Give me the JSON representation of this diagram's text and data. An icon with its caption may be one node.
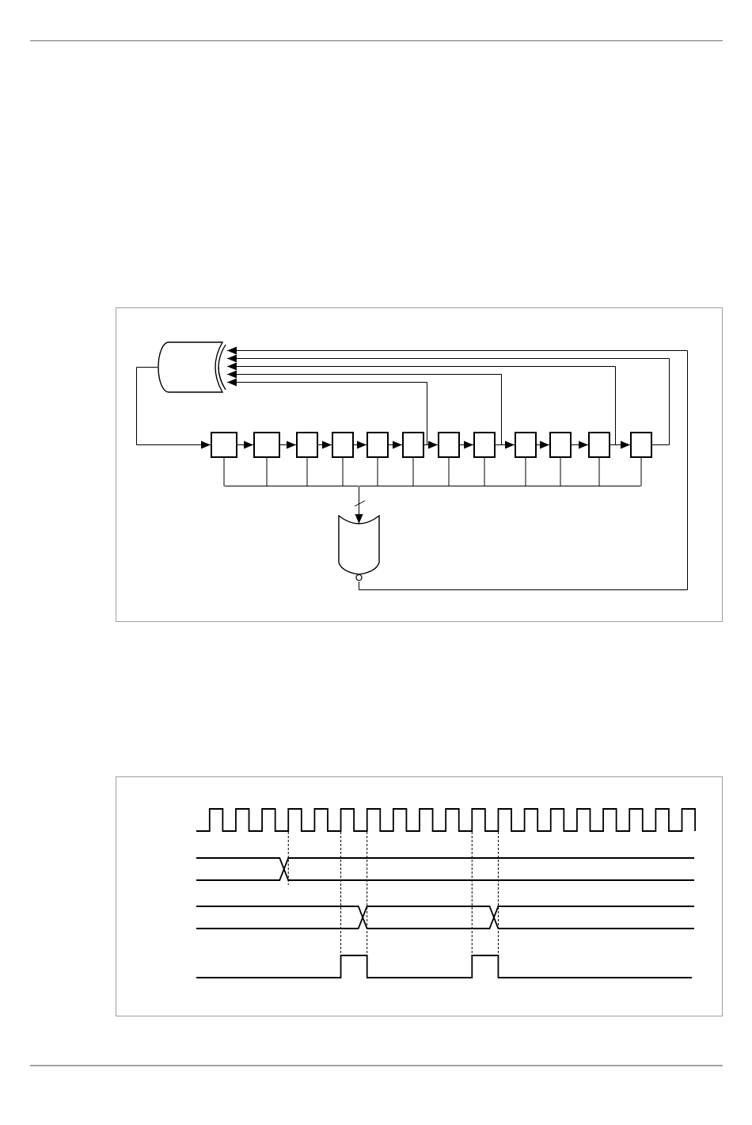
{
  "diagram": {
    "nodes": [
      {
        "text": [],
        "shape": "gate"
      },
      {
        "text": [],
        "shape": "box"
      },
      {
        "text": [],
        "shape": "box"
      },
      {
        "text": [],
        "shape": "box"
      },
      {
        "text": [],
        "shape": "box"
      },
      {
        "text": [],
        "shape": "box"
      },
      {
        "text": [],
        "shape": "box"
      },
      {
        "text": [],
        "shape": "box"
      },
      {
        "text": [],
        "shape": "box"
      },
      {
        "text": [],
        "shape": "box"
      },
      {
        "text": [],
        "shape": "box"
      },
      {
        "text": [],
        "shape": "box"
      },
      {
        "text": [],
        "shape": "box"
      },
      {
        "text": [],
        "shape": "gate"
      }
    ],
    "edges": [
      {
        "from": 0,
        "to": 1,
        "arrow": "to"
      },
      {
        "from": 1,
        "to": 2,
        "arrow": "to"
      },
      {
        "from": 2,
        "to": 3,
        "arrow": "to"
      },
      {
        "from": 3,
        "to": 4,
        "arrow": "to"
      },
      {
        "from": 4,
        "to": 5,
        "arrow": "to"
      },
      {
        "from": 5,
        "to": 6,
        "arrow": "to"
      },
      {
        "from": 6,
        "to": 7,
        "arrow": "to"
      },
      {
        "from": 7,
        "to": 8,
        "arrow": "to"
      },
      {
        "from": 8,
        "to": 9,
        "arrow": "to"
      },
      {
        "from": 9,
        "to": 10,
        "arrow": "to"
      },
      {
        "from": 10,
        "to": 11,
        "arrow": "to"
      },
      {
        "from": 11,
        "to": 12,
        "arrow": "to"
      },
      {
        "from": 6,
        "to": 0,
        "arrow": "to"
      },
      {
        "from": 8,
        "to": 0,
        "arrow": "to"
      },
      {
        "from": 11,
        "to": 0,
        "arrow": "to"
      },
      {
        "from": 12,
        "to": 0,
        "arrow": "to"
      },
      {
        "from": 13,
        "to": 0,
        "arrow": "to"
      },
      {
        "from": 1,
        "to": 13,
        "arrow": "to"
      },
      {
        "from": 2,
        "to": 13,
        "arrow": "to"
      },
      {
        "from": 3,
        "to": 13,
        "arrow": "to"
      },
      {
        "from": 4,
        "to": 13,
        "arrow": "to"
      },
      {
        "from": 5,
        "to": 13,
        "arrow": "to"
      },
      {
        "from": 6,
        "to": 13,
        "arrow": "to"
      },
      {
        "from": 7,
        "to": 13,
        "arrow": "to"
      },
      {
        "from": 8,
        "to": 13,
        "arrow": "to"
      },
      {
        "from": 9,
        "to": 13,
        "arrow": "to"
      },
      {
        "from": 10,
        "to": 13,
        "arrow": "to"
      },
      {
        "from": 11,
        "to": 13,
        "arrow": "to"
      },
      {
        "from": 12,
        "to": 13,
        "arrow": "to"
      }
    ]
  }
}
